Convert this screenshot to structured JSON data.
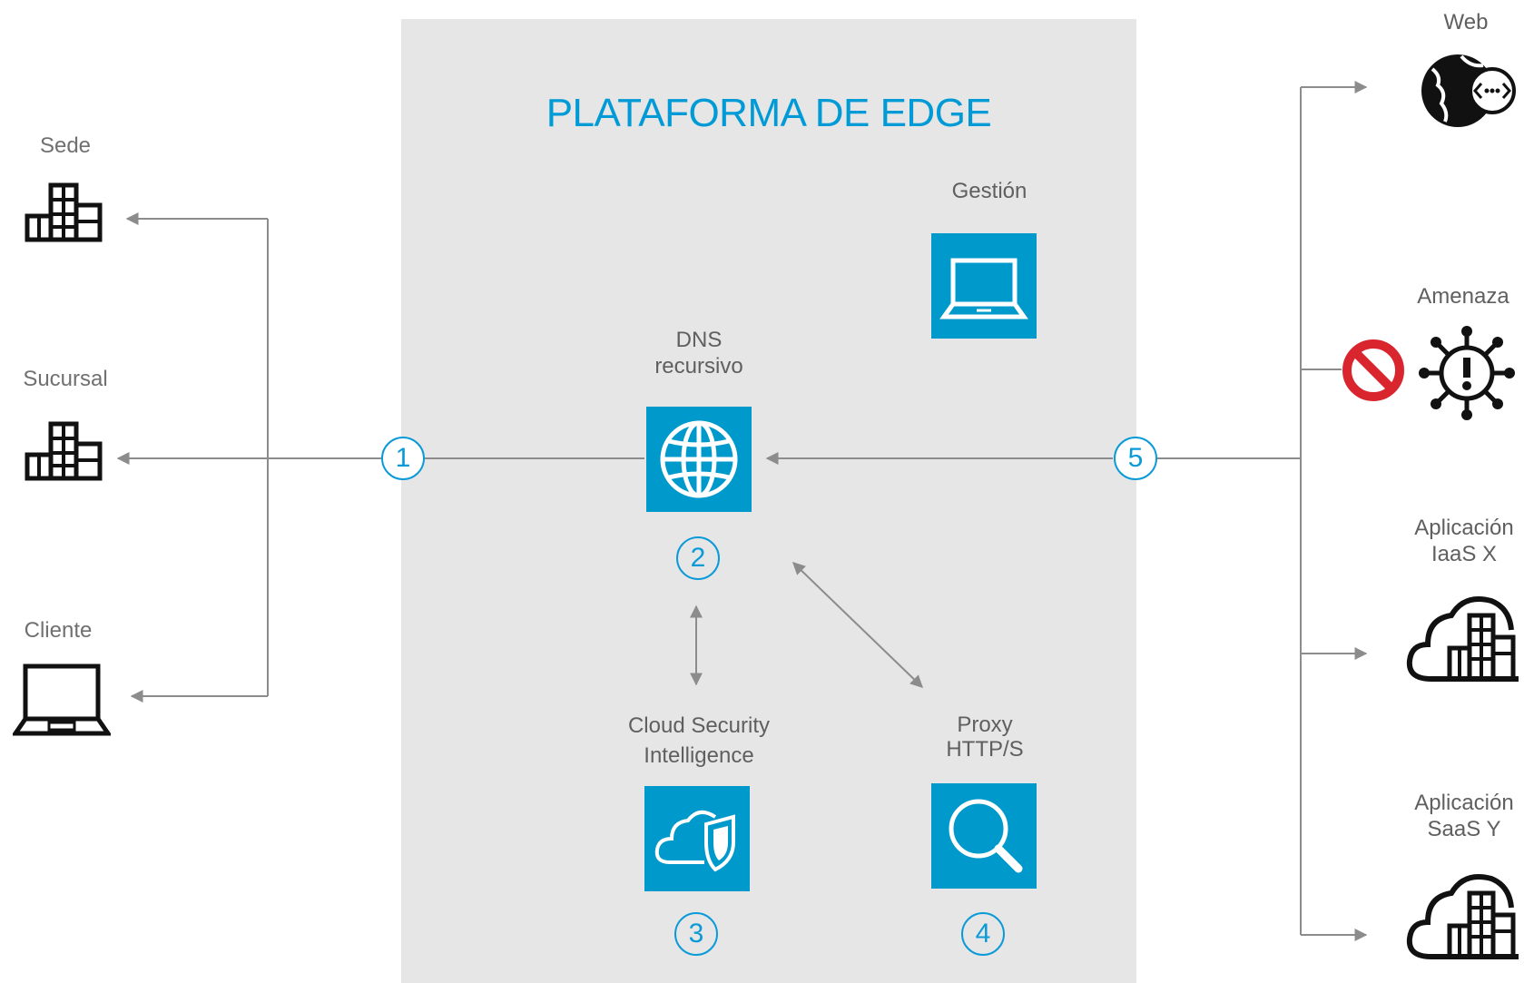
{
  "platform": {
    "title": "PLATAFORMA DE EDGE"
  },
  "clients": [
    {
      "label": "Sede",
      "icon": "building-icon"
    },
    {
      "label": "Sucursal",
      "icon": "building-icon"
    },
    {
      "label": "Cliente",
      "icon": "laptop-icon"
    }
  ],
  "services": {
    "management": {
      "label": "Gestión",
      "icon": "laptop-icon"
    },
    "dns": {
      "label_line1": "DNS",
      "label_line2": "recursivo",
      "icon": "globe-icon",
      "step": "2"
    },
    "csi": {
      "label_line1": "Cloud Security",
      "label_line2": "Intelligence",
      "icon": "cloud-shield-icon",
      "step": "3"
    },
    "proxy": {
      "label_line1": "Proxy",
      "label_line2": "HTTP/S",
      "icon": "magnifier-icon",
      "step": "4"
    }
  },
  "steps": {
    "client_side": "1",
    "internet_side": "5"
  },
  "destinations": [
    {
      "label_line1": "Web",
      "label_line2": "",
      "icon": "globe-network-icon"
    },
    {
      "label_line1": "Amenaza",
      "label_line2": "",
      "icon": "virus-alert-icon",
      "blocked": true,
      "block_icon": "prohibited-icon"
    },
    {
      "label_line1": "Aplicación",
      "label_line2": "IaaS X",
      "icon": "cloud-building-icon"
    },
    {
      "label_line1": "Aplicación",
      "label_line2": "SaaS Y",
      "icon": "cloud-building-icon"
    }
  ],
  "colors": {
    "accent": "#0099cc",
    "step_ring": "#0a9ad8",
    "connector": "#8c8c8c",
    "platform_bg": "#e6e6e6",
    "block": "#d9262e"
  }
}
